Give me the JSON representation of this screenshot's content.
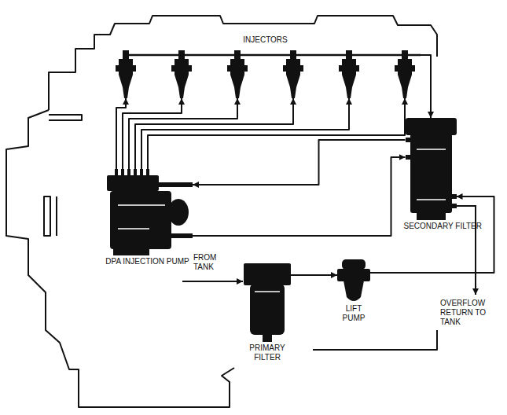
{
  "diagram": {
    "nodes": [
      {
        "text": [
          "INJECTORS"
        ]
      },
      {
        "text": [
          "DPA INJECTION PUMP"
        ]
      },
      {
        "text": [
          "SECONDARY FILTER"
        ]
      },
      {
        "text": [
          "PRIMARY FILTER"
        ]
      },
      {
        "text": [
          "LIFT PUMP"
        ]
      }
    ],
    "edges": [
      {
        "from": 1,
        "to": 0,
        "arrow": "to"
      },
      {
        "from": 0,
        "to": 2,
        "arrow": "to"
      },
      {
        "from": 3,
        "to": 4,
        "arrow": "to"
      },
      {
        "from": 4,
        "to": 2,
        "arrow": "to"
      },
      {
        "from": 2,
        "to": 1,
        "arrow": "to"
      },
      {
        "from": 1,
        "to": 2,
        "arrow": "to"
      }
    ],
    "labels": [
      "FROM TANK",
      "OVERFLOW RETURN TO TANK"
    ]
  }
}
